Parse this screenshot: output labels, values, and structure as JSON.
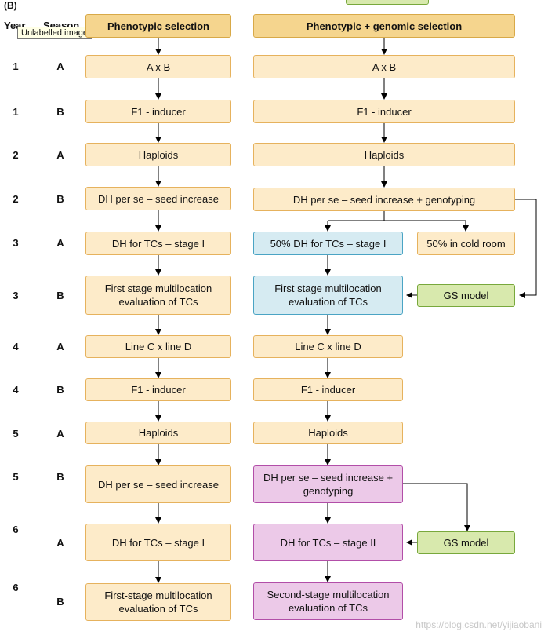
{
  "panel_label": "(B)",
  "col_headers": {
    "year": "Year",
    "season": "Season"
  },
  "tooltip": "Unlabelled image",
  "headers": {
    "left": "Phenotypic selection",
    "right": "Phenotypic + genomic selection"
  },
  "rows": [
    {
      "year": "1",
      "season": "A",
      "left": "A x B",
      "right": "A x B"
    },
    {
      "year": "1",
      "season": "B",
      "left": "F1 - inducer",
      "right": "F1 - inducer"
    },
    {
      "year": "2",
      "season": "A",
      "left": "Haploids",
      "right": "Haploids"
    },
    {
      "year": "2",
      "season": "B",
      "left": "DH per se – seed increase",
      "right": "DH per se – seed increase + genotyping"
    },
    {
      "year": "3",
      "season": "A",
      "left": "DH for TCs – stage I",
      "right": "50% DH for TCs – stage I",
      "right2": "50% in cold room"
    },
    {
      "year": "3",
      "season": "B",
      "left": "First stage multilocation evaluation of TCs",
      "right": "First stage multilocation evaluation of TCs",
      "side": "GS model"
    },
    {
      "year": "4",
      "season": "A",
      "left": "Line C x line D",
      "right": "Line C x line D"
    },
    {
      "year": "4",
      "season": "B",
      "left": "F1 - inducer",
      "right": "F1 - inducer"
    },
    {
      "year": "5",
      "season": "A",
      "left": "Haploids",
      "right": "Haploids"
    },
    {
      "year": "5",
      "season": "B",
      "left": "DH per se – seed increase",
      "right": "DH per se – seed increase + genotyping"
    },
    {
      "year": "6",
      "season": "A",
      "left": "DH for TCs – stage I",
      "right": "DH for TCs – stage II",
      "side": "GS model"
    },
    {
      "year": "6",
      "season": "B",
      "left": "First-stage multilocation evaluation of TCs",
      "right": "Second-stage multilocation evaluation of TCs"
    }
  ],
  "watermark": "https://blog.csdn.net/yijiaobani"
}
